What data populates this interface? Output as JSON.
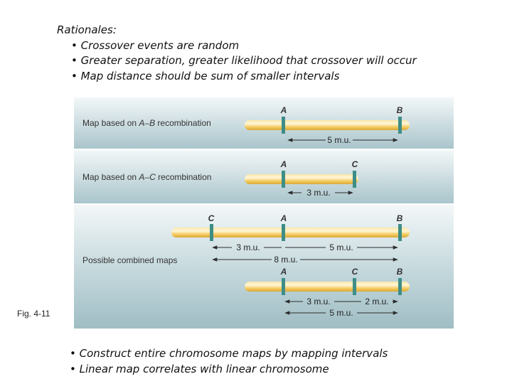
{
  "rationales": {
    "heading": "Rationales:",
    "bullets": [
      "• Crossover events are random",
      "• Greater separation, greater likelihood that crossover will occur",
      "• Map distance should be sum of smaller intervals"
    ]
  },
  "figure": {
    "caption": "Fig. 4-11",
    "panels": {
      "ab": {
        "label_pre": "Map based on ",
        "label_genes": "A–B",
        "label_post": " recombination",
        "genes": [
          "A",
          "B"
        ],
        "distance": "5 m.u."
      },
      "ac": {
        "label_pre": "Map based on ",
        "label_genes": "A–C",
        "label_post": " recombination",
        "genes": [
          "A",
          "C"
        ],
        "distance": "3 m.u."
      },
      "combined": {
        "label": "Possible combined maps",
        "map1": {
          "genes": [
            "C",
            "A",
            "B"
          ],
          "intervals": [
            "3 m.u.",
            "5 m.u."
          ],
          "total": "8 m.u."
        },
        "map2": {
          "genes": [
            "A",
            "C",
            "B"
          ],
          "intervals": [
            "3 m.u.",
            "2 m.u."
          ],
          "total": "5 m.u."
        }
      }
    }
  },
  "conclusions": [
    "• Construct entire chromosome maps by mapping intervals",
    "• Linear map correlates with linear chromosome"
  ]
}
